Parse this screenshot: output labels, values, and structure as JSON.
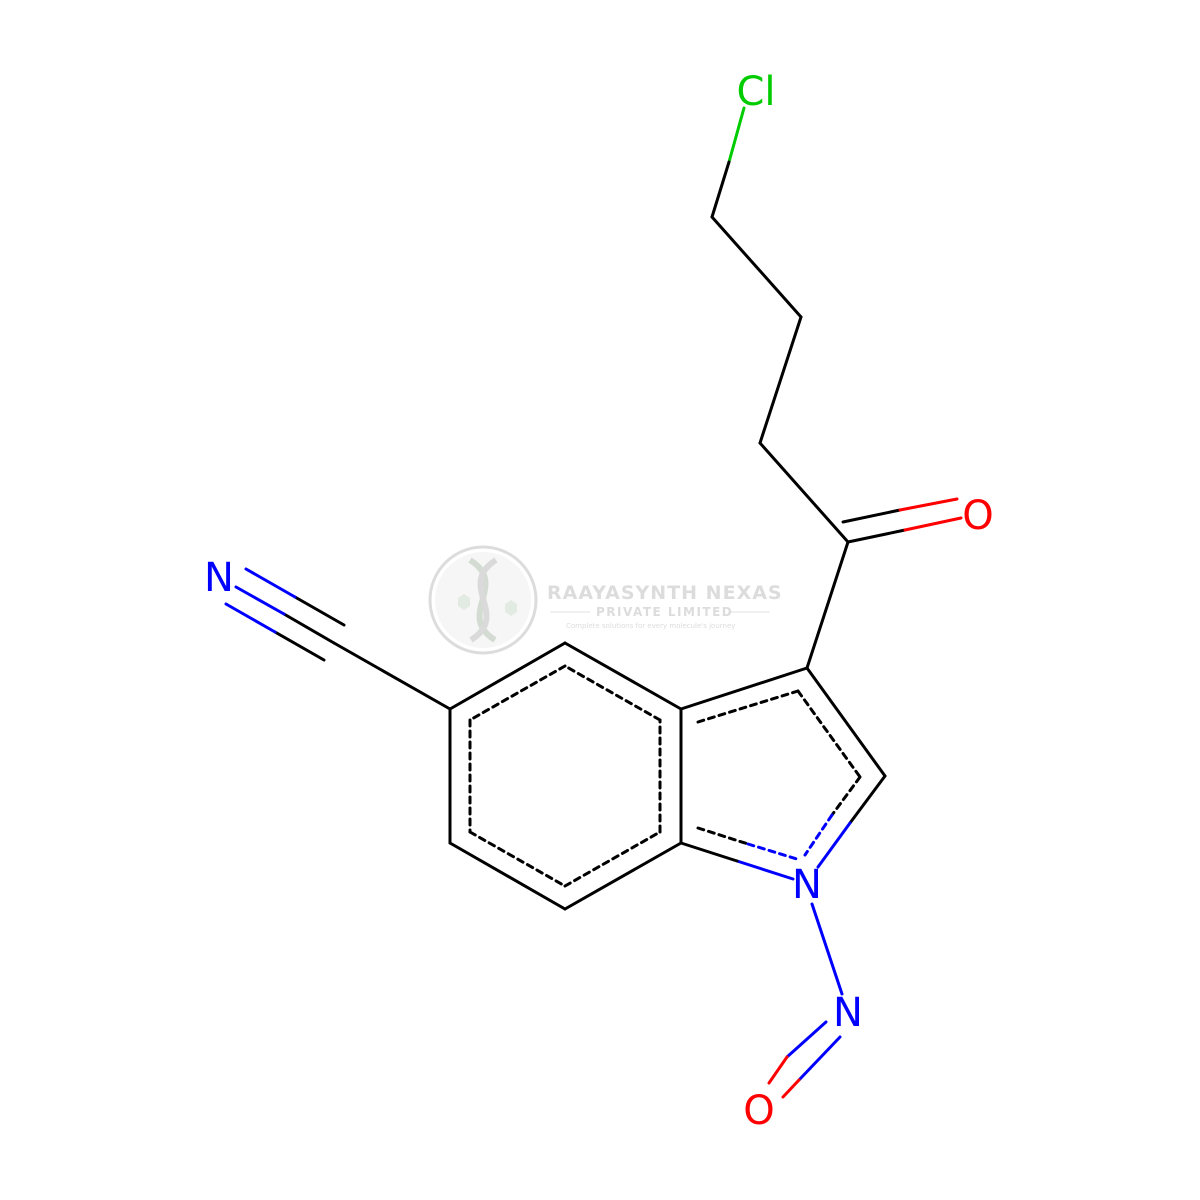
{
  "colors": {
    "bond": "#000000",
    "nitrogen": "#0000ff",
    "oxygen": "#ff0000",
    "chlorine": "#00cc00",
    "watermark": "#d9d9d9"
  },
  "atoms": {
    "chlorine": "Cl",
    "ketone_oxygen": "O",
    "nitrile_nitrogen": "N",
    "ring_nitrogen": "N",
    "nitroso_nitrogen": "N",
    "nitroso_oxygen": "O"
  },
  "watermark": {
    "company": "RAAYASYNTH NEXAS",
    "subtitle": "PRIVATE LIMITED",
    "tagline": "Complete solutions for every molecule's journey",
    "logo_icon": "dna-helix-icon"
  }
}
